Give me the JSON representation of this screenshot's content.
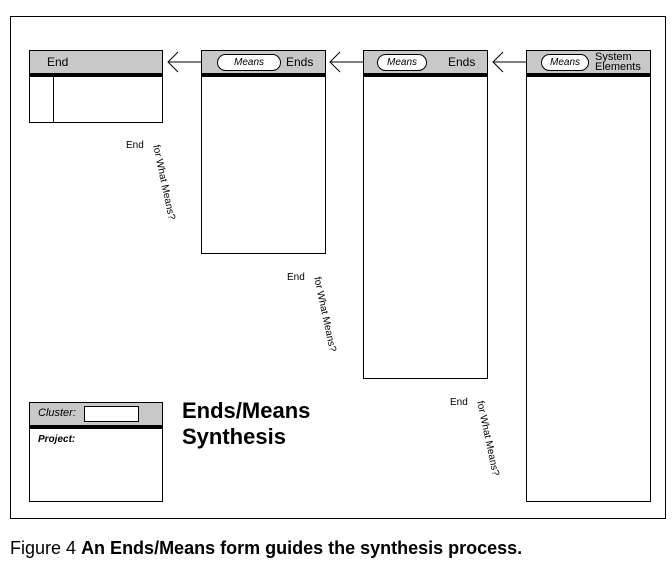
{
  "figure": {
    "col_end": {
      "header": "End"
    },
    "col_ends1": {
      "means": "Means",
      "header": "Ends"
    },
    "col_ends2": {
      "means": "Means",
      "header": "Ends"
    },
    "col_system": {
      "means": "Means",
      "header_line1": "System",
      "header_line2": "Elements"
    },
    "annotations": [
      {
        "end": "End",
        "question": "for What Means?"
      },
      {
        "end": "End",
        "question": "for What Means?"
      },
      {
        "end": "End",
        "question": "for What Means?"
      }
    ],
    "cluster_box": {
      "cluster_label": "Cluster:",
      "project_label": "Project:"
    },
    "title_line1": "Ends/Means",
    "title_line2": "Synthesis"
  },
  "caption": {
    "prefix": "Figure 4",
    "text": "An Ends/Means form guides the synthesis process."
  }
}
